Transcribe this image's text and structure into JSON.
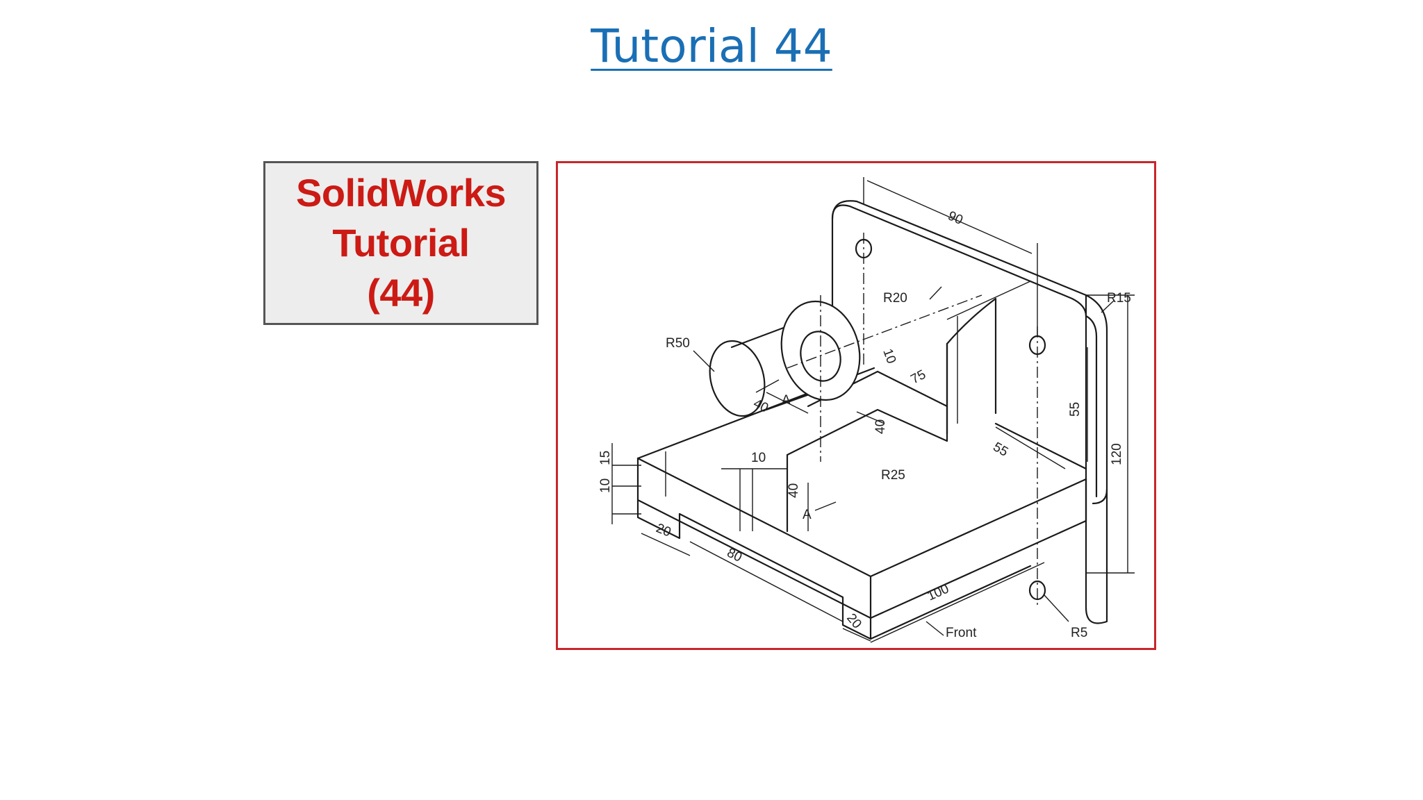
{
  "title": "Tutorial 44",
  "badge": {
    "line1": "SolidWorks",
    "line2": "Tutorial",
    "line3": "(44)"
  },
  "drawing": {
    "dims": {
      "d90": "90",
      "r15": "R15",
      "r20": "R20",
      "r50": "R50",
      "d10_top": "10",
      "d75": "75",
      "d55_right": "55",
      "d120": "120",
      "d40_boss": "40",
      "d40_vert": "40",
      "a_top": "A",
      "a_bottom": "A",
      "d55_floor": "55",
      "r25": "R25",
      "d10_mid": "10",
      "d40_low": "40",
      "d15": "15",
      "d10_left": "10",
      "d20_left": "20",
      "d80": "80",
      "d100": "100",
      "d20_bottom": "20",
      "front": "Front",
      "r5": "R5"
    }
  },
  "colors": {
    "title": "#1a6fb5",
    "badge_text": "#cc1a14",
    "frame_border": "#c8262a"
  }
}
